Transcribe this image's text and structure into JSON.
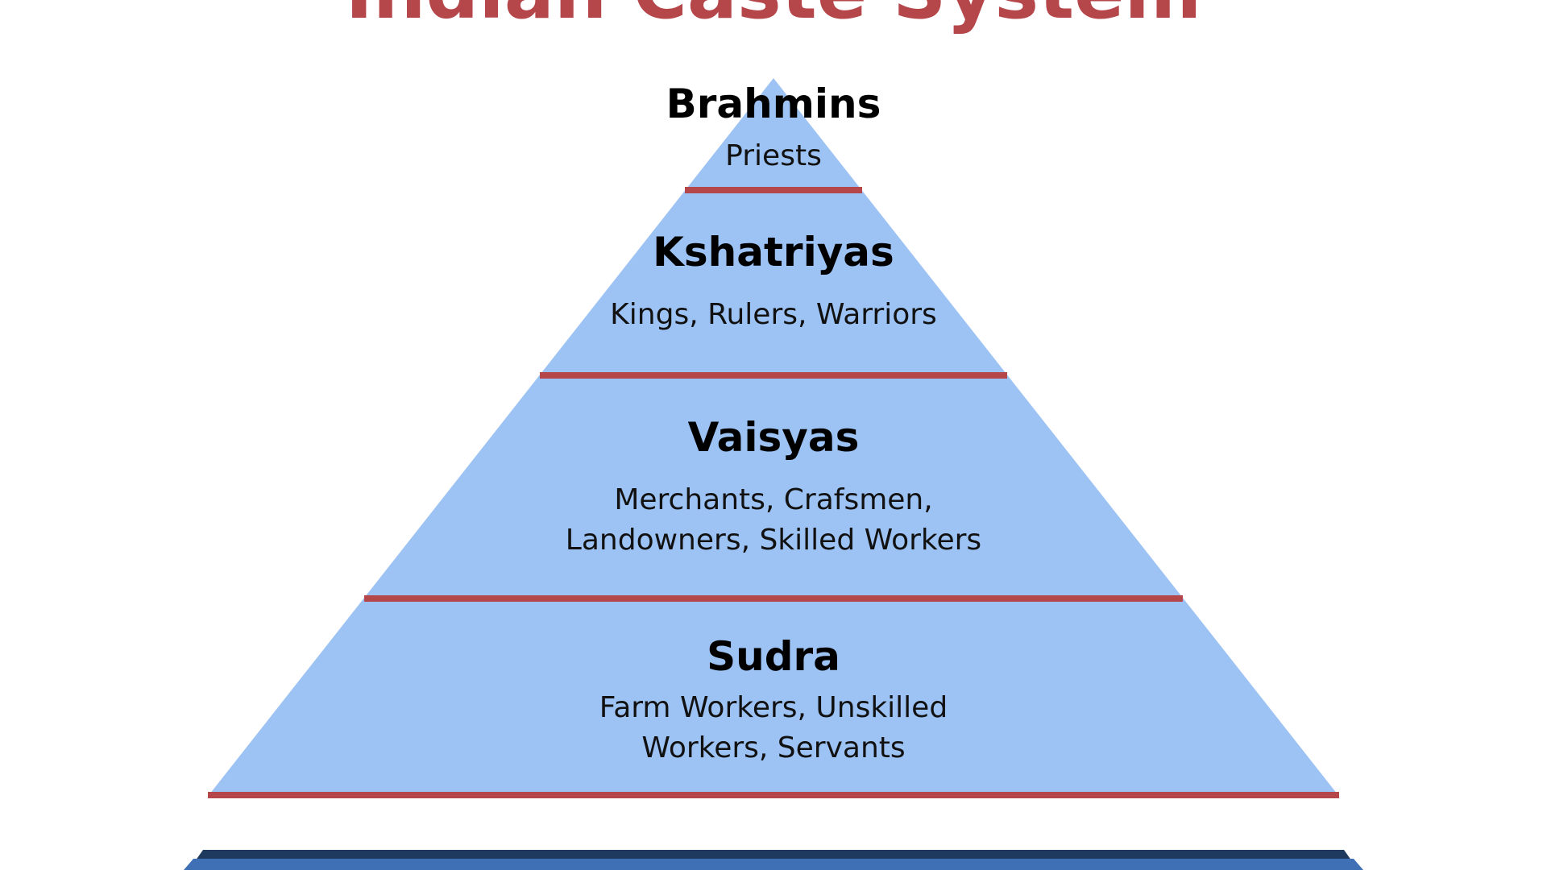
{
  "title": "Indian Caste System",
  "colors": {
    "title": "#b5474b",
    "pyramid_fill": "#9dc3f4",
    "divider": "#b5474b",
    "base_band_dark": "#1f3a5f",
    "base_band": "#3f6fb5"
  },
  "levels": [
    {
      "name": "Brahmins",
      "roles": [
        "Priests"
      ]
    },
    {
      "name": "Kshatriyas",
      "roles": [
        "Kings, Rulers, Warriors"
      ]
    },
    {
      "name": "Vaisyas",
      "roles": [
        "Merchants, Crafsmen,",
        "Landowners, Skilled Workers"
      ]
    },
    {
      "name": "Sudra",
      "roles": [
        "Farm Workers, Unskilled",
        "Workers, Servants"
      ]
    }
  ]
}
